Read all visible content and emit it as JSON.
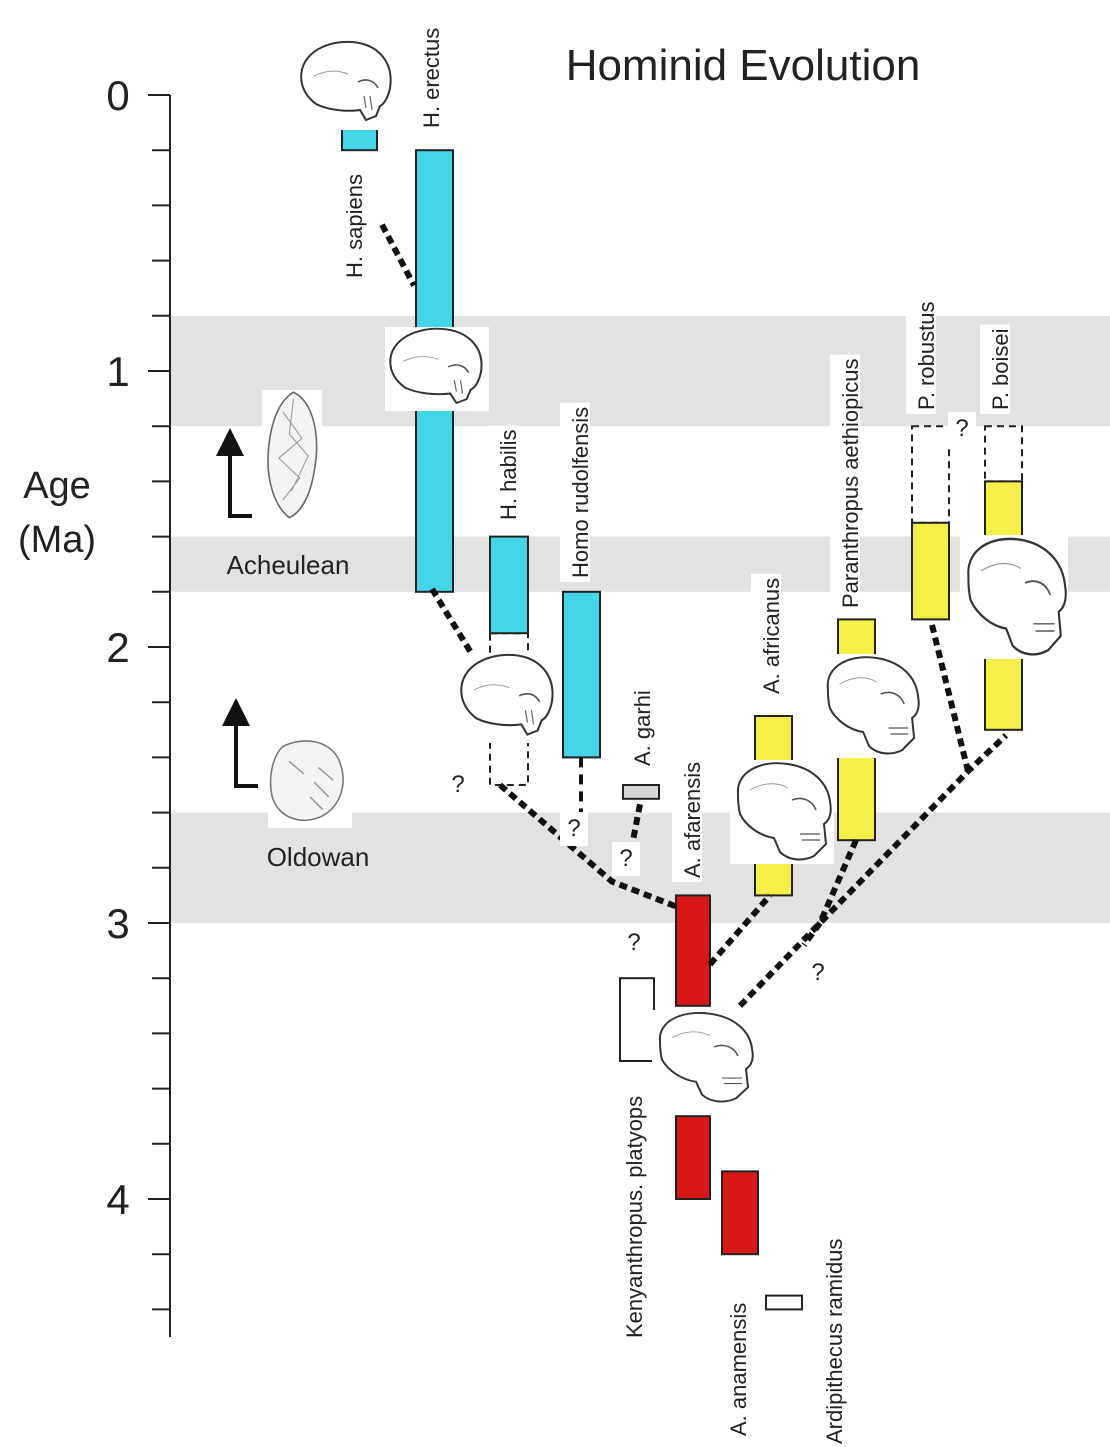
{
  "title": "Hominid Evolution",
  "axis": {
    "label_line1": "Age",
    "label_line2": "(Ma)",
    "range": [
      0,
      4.5
    ],
    "major_ticks": [
      "0",
      "1",
      "2",
      "3",
      "4"
    ],
    "minor_tick_interval": 0.2
  },
  "bands": [
    {
      "name": "glacial-band-upper",
      "from": 0.8,
      "to": 1.2
    },
    {
      "name": "glacial-band-middle",
      "from": 1.6,
      "to": 1.8
    },
    {
      "name": "glacial-band-lower",
      "from": 2.6,
      "to": 3.0
    }
  ],
  "tools": {
    "acheulean": {
      "label": "Acheulean"
    },
    "oldowan": {
      "label": "Oldowan"
    }
  },
  "species": [
    {
      "id": "h-sapiens",
      "label": "H. sapiens",
      "group": "homo",
      "from": 0.0,
      "to": 0.2
    },
    {
      "id": "h-erectus",
      "label": "H. erectus",
      "group": "homo",
      "from": 0.2,
      "to": 1.8
    },
    {
      "id": "h-habilis",
      "label": "H. habilis",
      "group": "homo",
      "from": 1.6,
      "to": 1.95,
      "uncertain_to": 2.5
    },
    {
      "id": "homo-rudolfensis",
      "label": "Homo rudolfensis",
      "group": "homo",
      "from": 1.8,
      "to": 2.4
    },
    {
      "id": "a-garhi",
      "label": "A. garhi",
      "group": "other",
      "from": 2.5,
      "to": 2.55
    },
    {
      "id": "a-afarensis",
      "label": "A. afarensis",
      "group": "australopith",
      "from": 2.9,
      "to": 3.3
    },
    {
      "id": "a-afarensis-early",
      "label": "",
      "group": "australopith",
      "from": 3.7,
      "to": 4.0
    },
    {
      "id": "a-anamensis",
      "label": "A. anamensis",
      "group": "australopith",
      "from": 3.9,
      "to": 4.2
    },
    {
      "id": "kenyanthropus-platyops",
      "label": "Kenyanthropus. platyops",
      "group": "unknown",
      "from": 3.2,
      "to": 3.5
    },
    {
      "id": "ardipithecus-ramidus",
      "label": "Ardipithecus ramidus",
      "group": "unknown",
      "from": 4.35,
      "to": 4.4
    },
    {
      "id": "a-africanus",
      "label": "A. africanus",
      "group": "paranthropus",
      "from": 2.25,
      "to": 2.9
    },
    {
      "id": "paranthropus-aethiopicus",
      "label": "Paranthropus aethiopicus",
      "group": "paranthropus",
      "from": 1.9,
      "to": 2.7
    },
    {
      "id": "p-robustus",
      "label": "P. robustus",
      "group": "paranthropus",
      "from": 1.55,
      "to": 1.9,
      "uncertain_from": 1.2
    },
    {
      "id": "p-boisei",
      "label": "P. boisei",
      "group": "paranthropus",
      "from": 1.4,
      "to": 2.3,
      "uncertain_from": 1.2
    }
  ],
  "question_mark": "?",
  "colors": {
    "homo": "#44d6e8",
    "australopith": "#d81818",
    "paranthropus": "#f6ef47",
    "garhi": "#d6d6d6",
    "unknown": "#ffffff",
    "band": "#e2e2e2",
    "line": "#111111"
  }
}
